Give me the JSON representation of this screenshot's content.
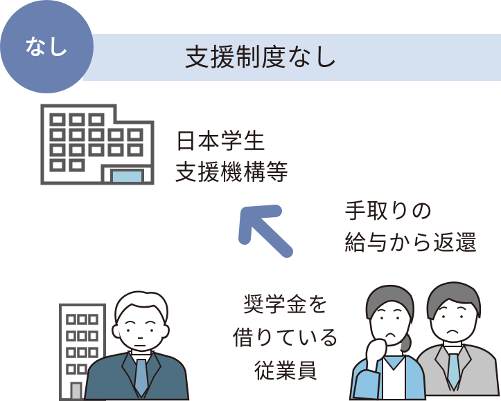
{
  "header": {
    "badge_label": "なし",
    "title": "支援制度なし"
  },
  "organization": {
    "icon": "office-building-icon",
    "label_lines": [
      "日本学生",
      "支援機構等"
    ]
  },
  "flow": {
    "arrow": "arrow-up-left-icon",
    "label_lines": [
      "手取りの",
      "給与から返還"
    ]
  },
  "employees": {
    "label_lines": [
      "奨学金を",
      "借りている",
      "従業員"
    ],
    "illustrations": [
      "employer-with-building",
      "worried-employees"
    ]
  },
  "colors": {
    "badge": "#6980b0",
    "banner": "#d5e1f1",
    "arrow": "#6980b0",
    "text": "#231815",
    "building_stroke": "#595757",
    "building_door": "#a4d1e2",
    "employer_suit": "#4e6f82",
    "employer_tie": "#7ea7c4",
    "female_suit": "#8ec4e3",
    "male_suit": "#c5c5c5",
    "hair": "#7a7a7a"
  }
}
